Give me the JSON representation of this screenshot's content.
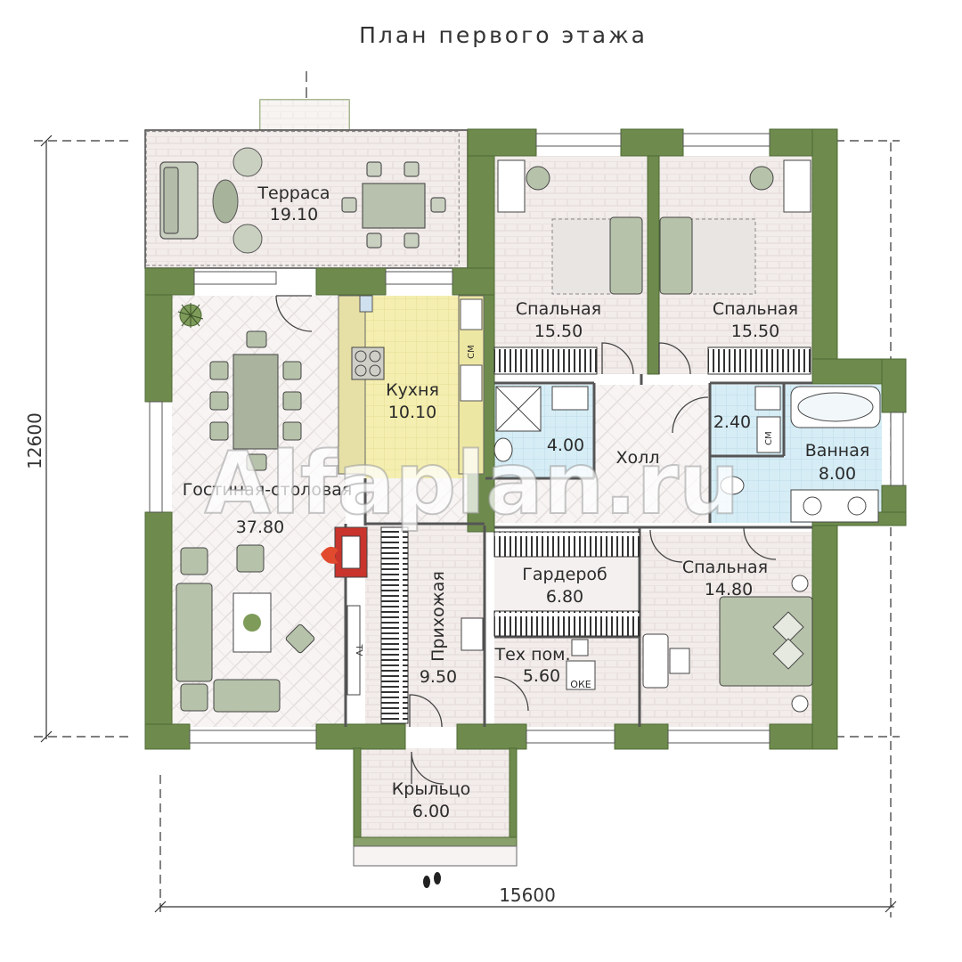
{
  "title": "План первого этажа",
  "dimensions": {
    "width": "15600",
    "height": "12600"
  },
  "watermark": "Alfaplan.ru",
  "rooms": [
    {
      "name": "Терраса",
      "area": "19.10"
    },
    {
      "name": "Спальная",
      "area": "15.50"
    },
    {
      "name": "Спальная",
      "area": "15.50"
    },
    {
      "name": "Кухня",
      "area": "10.10"
    },
    {
      "name": "",
      "area": "4.00"
    },
    {
      "name": "Холл",
      "area": ""
    },
    {
      "name": "",
      "area": "2.40"
    },
    {
      "name": "Ванная",
      "area": "8.00"
    },
    {
      "name": "Гостиная-столовая",
      "area": "37.80"
    },
    {
      "name": "Прихожая",
      "area": "9.50"
    },
    {
      "name": "Гардероб",
      "area": "6.80"
    },
    {
      "name": "Тех пом.",
      "area": "5.60"
    },
    {
      "name": "Спальная",
      "area": "14.80"
    },
    {
      "name": "Крыльцо",
      "area": "6.00"
    }
  ],
  "fixture_labels": {
    "washer": "СМ",
    "boiler": "ОКЕ",
    "tv": "TV"
  },
  "colors": {
    "wall": "#6e8b4d",
    "wall_stroke": "#4f6a35",
    "floor_light": "#f2ecea",
    "kitchen": "#f4eeb0",
    "bath": "#d4ecf5"
  }
}
